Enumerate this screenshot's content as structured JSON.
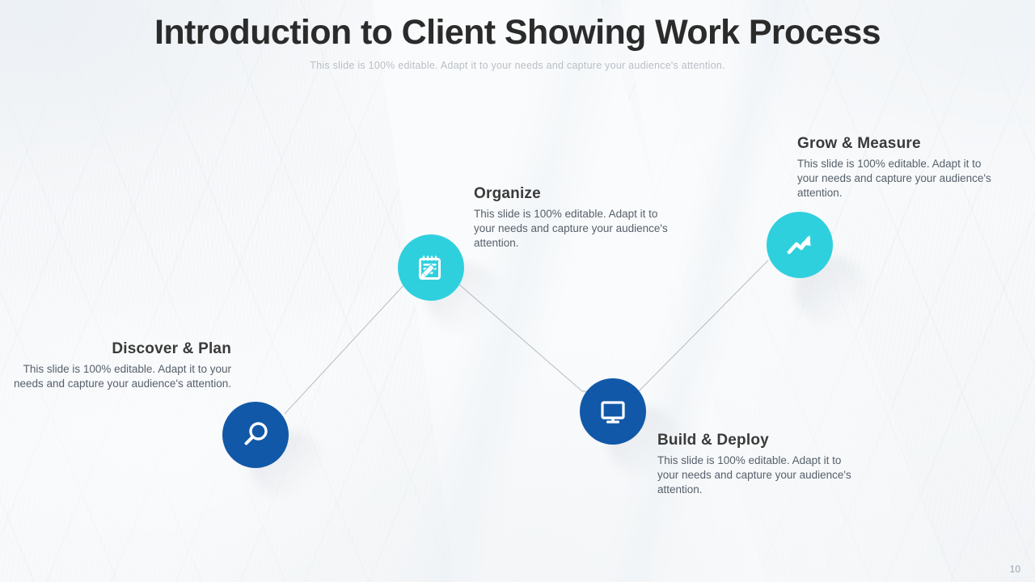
{
  "slide": {
    "title": "Introduction to Client Showing Work Process",
    "subtitle": "This slide is 100% editable. Adapt it to your needs and capture your audience's attention.",
    "page_number": "10",
    "body_text": "This slide is 100% editable. Adapt it to your needs and capture your audience's attention.",
    "colors": {
      "dark_blue": "#1258A8",
      "cyan": "#2FD0DE",
      "title_text": "#2b2b2b",
      "subtitle_text": "#b9bfc6",
      "heading_text": "#3a3a3a",
      "body_text": "#56606b",
      "connector_line": "#a9b2bb",
      "page_number_text": "#9aa3ad"
    }
  },
  "steps": [
    {
      "id": "discover-plan",
      "heading": "Discover & Plan",
      "body": "This slide is 100% editable. Adapt it to your needs and capture your audience's attention.",
      "icon": "magnifier-icon",
      "color": "#1258A8",
      "align": "right"
    },
    {
      "id": "organize",
      "heading": "Organize",
      "body": "This slide is 100% editable. Adapt it to your needs and capture your audience's attention.",
      "icon": "notepad-pencil-icon",
      "color": "#2FD0DE",
      "align": "left"
    },
    {
      "id": "build-deploy",
      "heading": "Build & Deploy",
      "body": "This slide is 100% editable. Adapt it to your needs and capture your audience's attention.",
      "icon": "monitor-icon",
      "color": "#1258A8",
      "align": "left"
    },
    {
      "id": "grow-measure",
      "heading": "Grow & Measure",
      "body": "This slide is 100% editable. Adapt it to your needs and capture your audience's attention.",
      "icon": "growth-arrow-icon",
      "color": "#2FD0DE",
      "align": "left"
    }
  ]
}
